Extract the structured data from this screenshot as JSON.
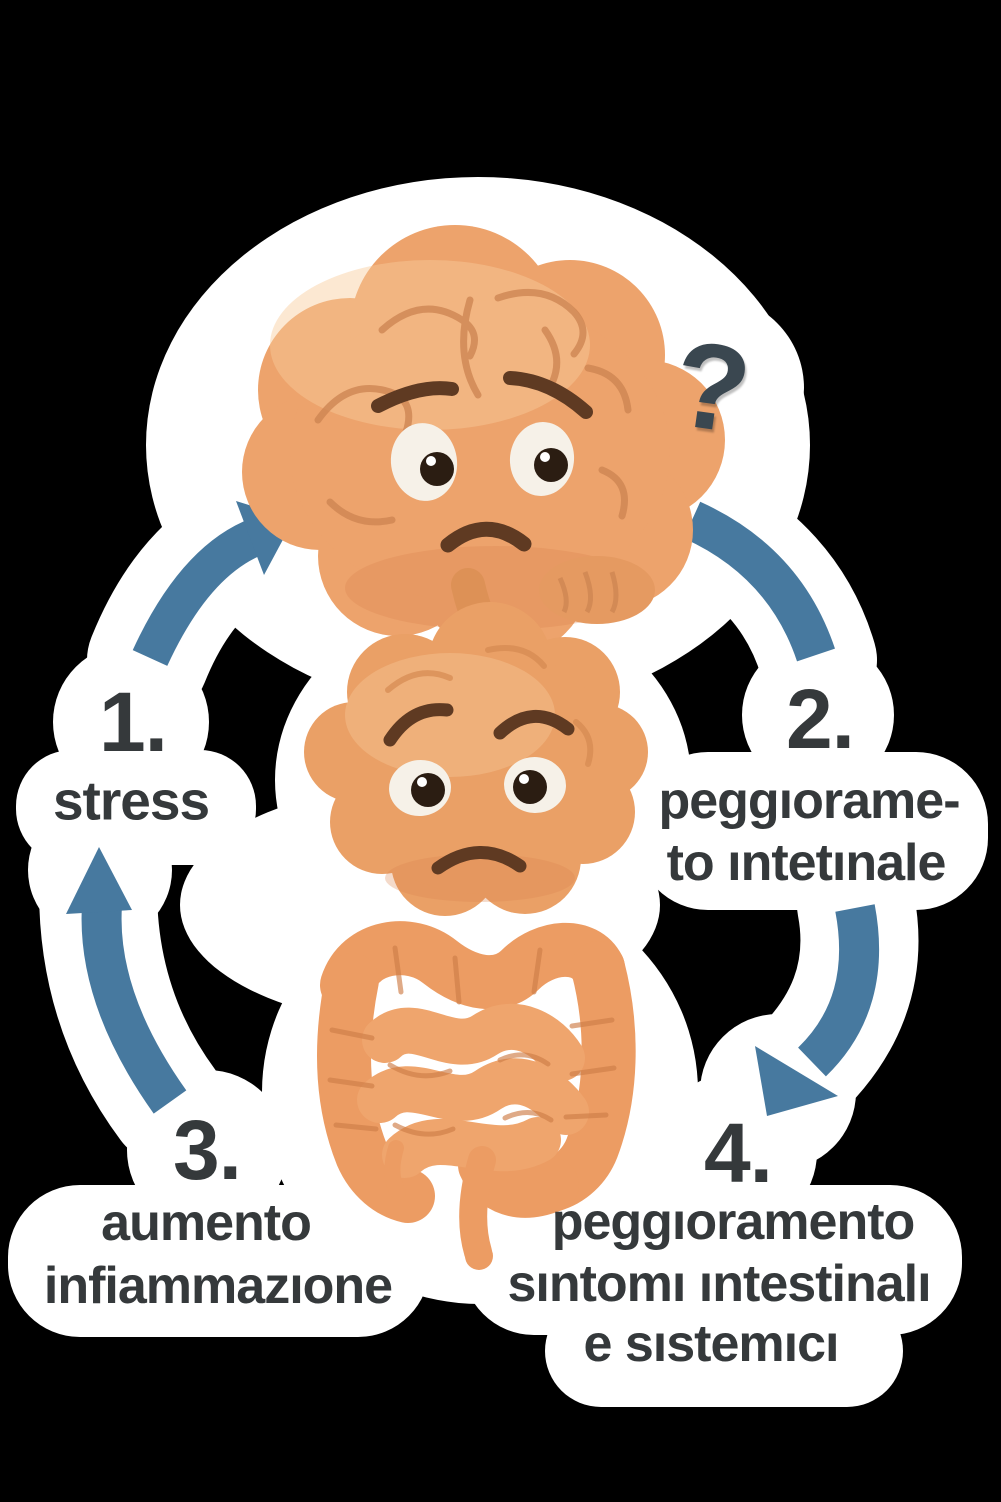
{
  "diagram": {
    "question_mark": "?",
    "steps": [
      {
        "number": "1.",
        "lines": [
          "stress"
        ]
      },
      {
        "number": "2.",
        "lines": [
          "peggıorame-",
          "to ıntetınale"
        ]
      },
      {
        "number": "3.",
        "lines": [
          "aumento",
          "infiammazıone"
        ]
      },
      {
        "number": "4.",
        "lines": [
          "peggıoramento",
          "sıntomı ıntestinalı",
          "e sıstemıcı"
        ]
      }
    ],
    "icons": [
      "sad-brain-character-icon",
      "sad-gut-character-icon",
      "question-mark-icon",
      "cycle-arrow-icons"
    ],
    "colors": {
      "background": "#000000",
      "sticker": "#FFFFFF",
      "text": "#35393B",
      "arrow_blue": "#47799F",
      "brain_orange": "#EDA36C",
      "gut_orange": "#EAA066",
      "question_mark": "#3A4750"
    }
  }
}
